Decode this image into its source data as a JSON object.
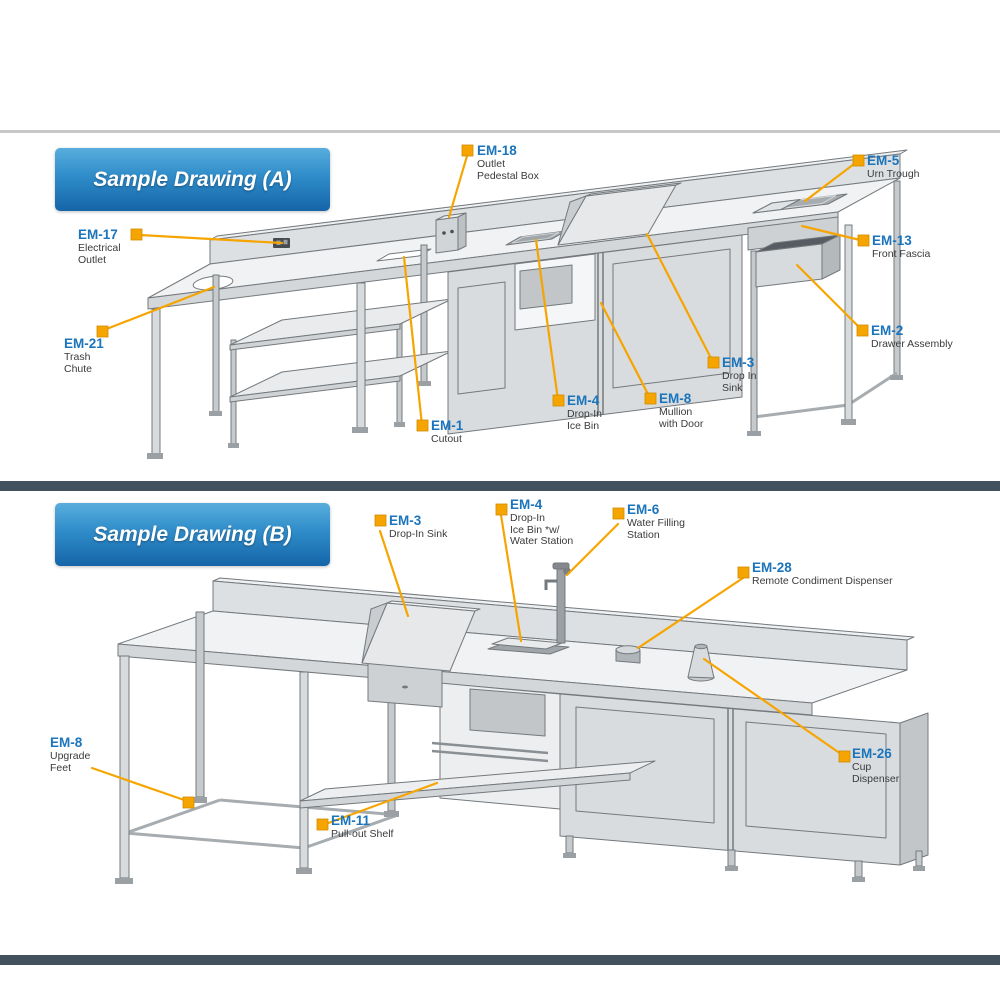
{
  "theme": {
    "id_blue": "#1b75bc",
    "label_gray": "#3b3b3d",
    "marker_yellow": "#f6a500",
    "banner_gradient_top": "#58aedd",
    "banner_gradient_bottom": "#1565a8",
    "divider_dark": "#42515e",
    "divider_light": "#c5c7c9"
  },
  "drawings": [
    {
      "title": "Sample Drawing (A)",
      "callouts": [
        {
          "id": "EM-18",
          "label": "Outlet\nPedestal Box"
        },
        {
          "id": "EM-5",
          "label": "Urn Trough"
        },
        {
          "id": "EM-17",
          "label": "Electrical\nOutlet"
        },
        {
          "id": "EM-13",
          "label": "Front Fascia"
        },
        {
          "id": "EM-21",
          "label": "Trash\nChute"
        },
        {
          "id": "EM-2",
          "label": "Drawer Assembly"
        },
        {
          "id": "EM-3",
          "label": "Drop In\nSink"
        },
        {
          "id": "EM-8",
          "label": "Mullion\nwith Door"
        },
        {
          "id": "EM-4",
          "label": "Drop-In\nIce Bin"
        },
        {
          "id": "EM-1",
          "label": "Cutout"
        }
      ]
    },
    {
      "title": "Sample Drawing (B)",
      "callouts": [
        {
          "id": "EM-3",
          "label": "Drop-In Sink"
        },
        {
          "id": "EM-4",
          "label": "Drop-In\nIce Bin *w/\nWater Station"
        },
        {
          "id": "EM-6",
          "label": "Water Filling\nStation"
        },
        {
          "id": "EM-28",
          "label": "Remote Condiment Dispenser"
        },
        {
          "id": "EM-8",
          "label": "Upgrade\nFeet"
        },
        {
          "id": "EM-11",
          "label": "Pull-out Shelf"
        },
        {
          "id": "EM-26",
          "label": "Cup\nDispenser"
        }
      ]
    }
  ]
}
